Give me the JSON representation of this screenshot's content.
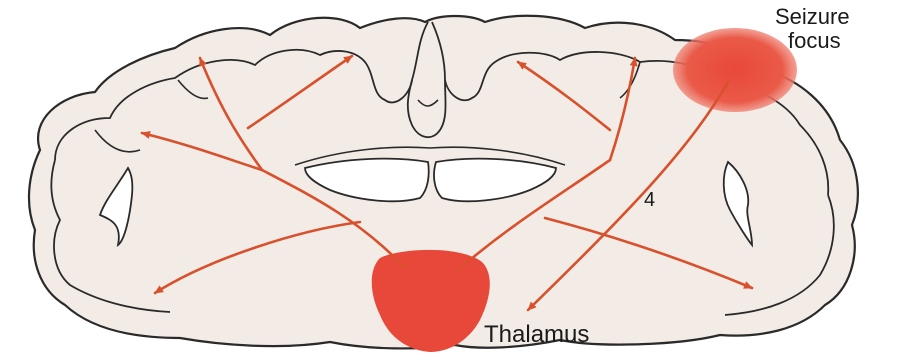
{
  "figure": {
    "labels": {
      "seizure_focus_line1": "Seizure",
      "seizure_focus_line2": "focus",
      "pathway_number": "4",
      "thalamus": "Thalamus"
    },
    "colors": {
      "background": "#ffffff",
      "brain_fill": "#f3ece6",
      "brain_outline": "#2a2a2a",
      "ventricle_fill": "#ffffff",
      "focus_red": "#e8483a",
      "arrow": "#d9502c"
    },
    "structures": [
      "cerebral-cortex-coronal-section",
      "lateral-ventricles",
      "thalamus",
      "seizure-focus",
      "thalamocortical-projections"
    ]
  }
}
